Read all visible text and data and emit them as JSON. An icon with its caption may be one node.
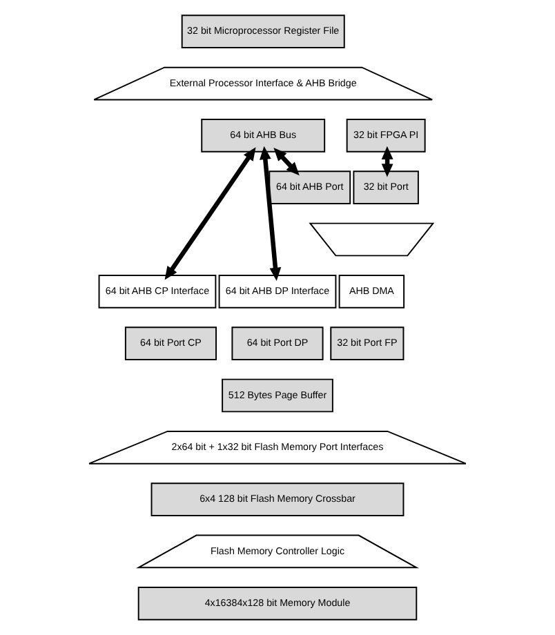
{
  "diagram": {
    "nodes": [
      {
        "text": [
          "32 bit Microprocessor Register File"
        ]
      },
      {
        "text": [
          "External Processor Interface & AHB Bridge"
        ]
      },
      {
        "text": [
          "64 bit AHB Bus"
        ]
      },
      {
        "text": [
          "32 bit FPGA PI"
        ]
      },
      {
        "text": [
          "64 bit AHB Port"
        ]
      },
      {
        "text": [
          "32 bit Port"
        ]
      },
      {
        "text": [],
        "shape": "trapezoid"
      },
      {
        "text": [
          "64 bit AHB CP Interface"
        ]
      },
      {
        "text": [
          "64 bit AHB DP Interface"
        ]
      },
      {
        "text": [
          "AHB DMA"
        ]
      },
      {
        "text": [
          "64 bit Port CP"
        ]
      },
      {
        "text": [
          "64 bit Port DP"
        ]
      },
      {
        "text": [
          "512 Bytes Page Buffer"
        ]
      },
      {
        "text": [
          "32 bit Port FP"
        ]
      },
      {
        "text": [
          "2x64 bit + 1x32 bit Flash Memory Port Interfaces"
        ]
      },
      {
        "text": [
          "6x4 128 bit Flash Memory Crossbar"
        ]
      },
      {
        "text": [
          "Flash Memory Controller Logic"
        ]
      },
      {
        "text": [
          "4x16384x128 bit Memory Module"
        ]
      }
    ],
    "edges": [
      {
        "from": 2,
        "to": 7,
        "arrow": "both"
      },
      {
        "from": 2,
        "to": 4,
        "arrow": "both"
      },
      {
        "from": 2,
        "to": 8,
        "arrow": "both"
      },
      {
        "from": 3,
        "to": 5,
        "arrow": "both"
      }
    ]
  }
}
